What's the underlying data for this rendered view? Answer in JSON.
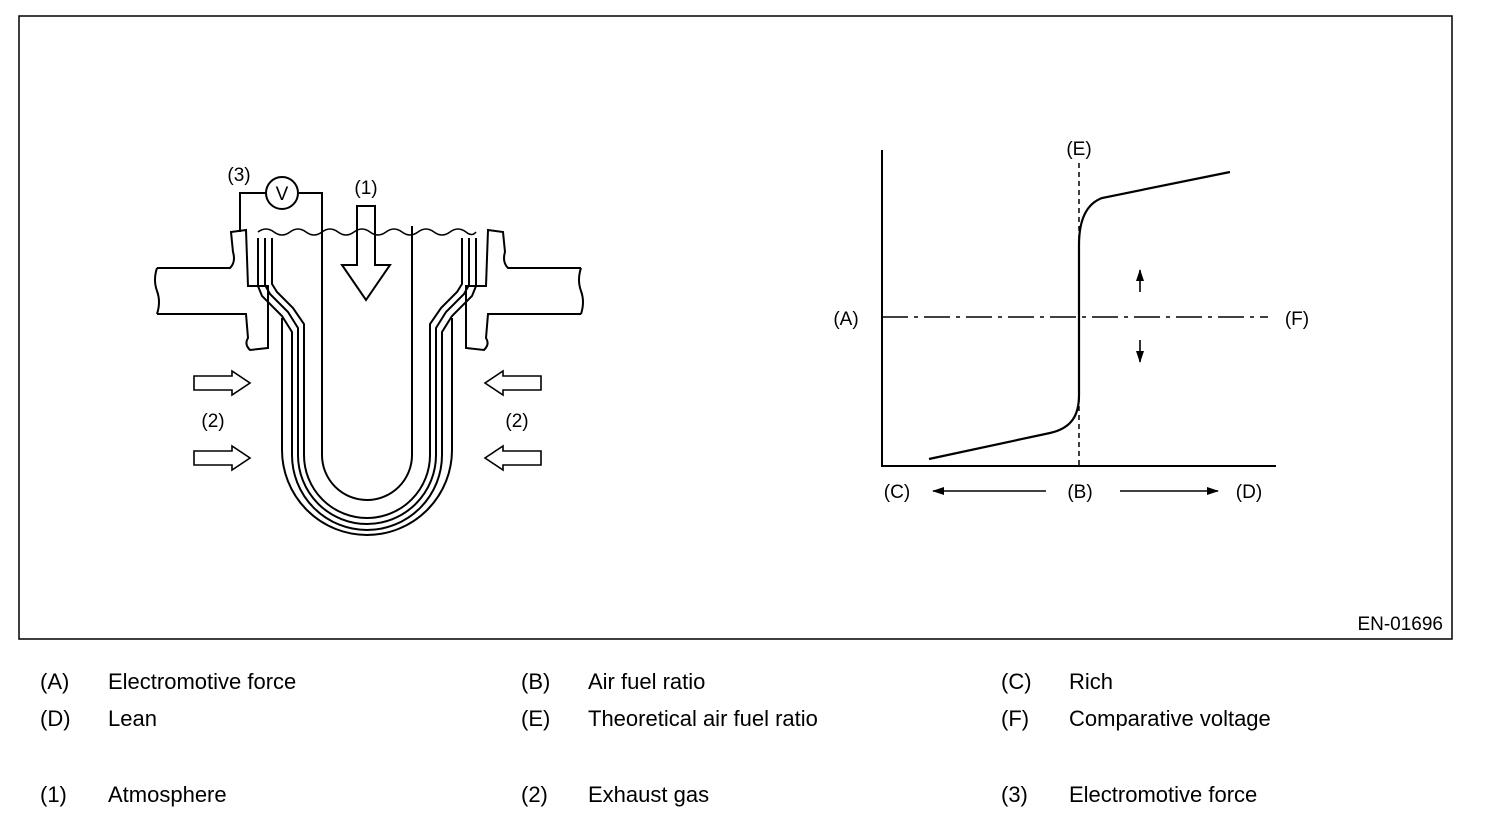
{
  "figure_code": "EN-01696",
  "sensor": {
    "label_atmosphere": "(1)",
    "label_exhaust_left": "(2)",
    "label_exhaust_right": "(2)",
    "label_emf": "(3)",
    "voltmeter_symbol": "V"
  },
  "graph": {
    "label_A": "(A)",
    "label_B": "(B)",
    "label_C": "(C)",
    "label_D": "(D)",
    "label_E": "(E)",
    "label_F": "(F)"
  },
  "legend": [
    {
      "key": "(A)",
      "text": "Electromotive force"
    },
    {
      "key": "(B)",
      "text": "Air fuel ratio"
    },
    {
      "key": "(C)",
      "text": "Rich"
    },
    {
      "key": "(D)",
      "text": "Lean"
    },
    {
      "key": "(E)",
      "text": "Theoretical air fuel ratio"
    },
    {
      "key": "(F)",
      "text": "Comparative voltage"
    },
    {
      "key": "(1)",
      "text": "Atmosphere"
    },
    {
      "key": "(2)",
      "text": "Exhaust gas"
    },
    {
      "key": "(3)",
      "text": "Electromotive force"
    }
  ]
}
